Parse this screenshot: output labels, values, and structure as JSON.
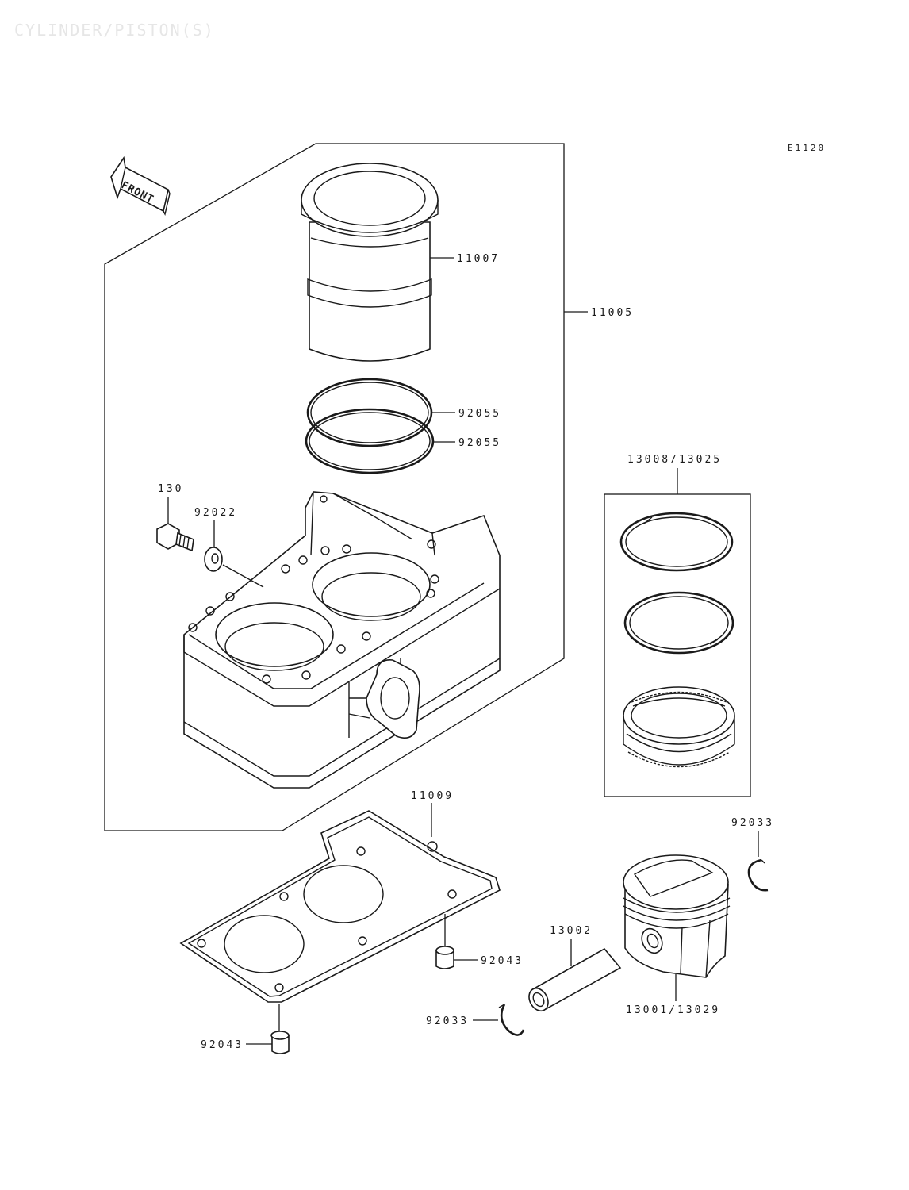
{
  "title": "CYLINDER/PISTON(S)",
  "diagram_code": "E1120",
  "front_label": "FRONT",
  "labels": {
    "cylinder_sleeve": "11007",
    "cylinder_assy": "11005",
    "oring_upper": "92055",
    "oring_lower": "92055",
    "bolt": "130",
    "washer": "92022",
    "ring_set": "13008/13025",
    "base_gasket": "11009",
    "circlip_right": "92033",
    "piston_pin": "13002",
    "dowel_upper": "92043",
    "circlip_left": "92033",
    "piston": "13001/13029",
    "dowel_lower": "92043"
  }
}
